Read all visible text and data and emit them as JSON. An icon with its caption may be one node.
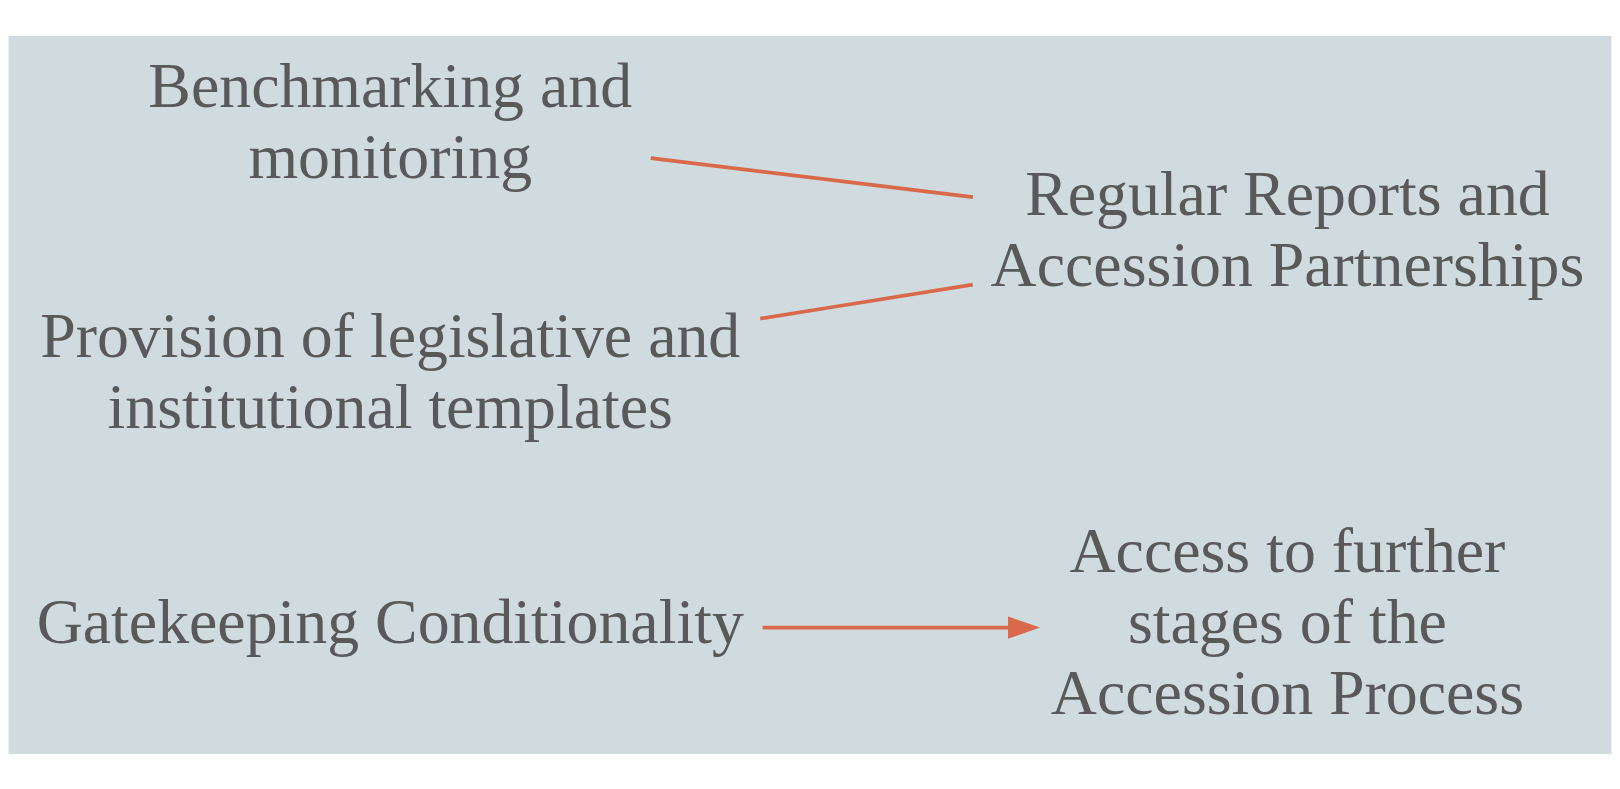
{
  "diagram": {
    "nodes": [
      {
        "text": [
          "Gatekeeping Conditionality"
        ]
      },
      {
        "text": [
          "Access to further stages of the Accession Process"
        ]
      },
      {
        "text": [
          "Benchmarking and monitoring"
        ]
      },
      {
        "text": [
          "Provision of legislative and institutional templates"
        ]
      },
      {
        "text": [
          "Regular Reports and Accession Partnerships"
        ]
      }
    ],
    "edges": [
      {
        "from": 0,
        "to": 1,
        "arrow": "to"
      },
      {
        "from": 2,
        "to": 4,
        "arrow": "none"
      },
      {
        "from": 3,
        "to": 4,
        "arrow": "none"
      }
    ]
  }
}
